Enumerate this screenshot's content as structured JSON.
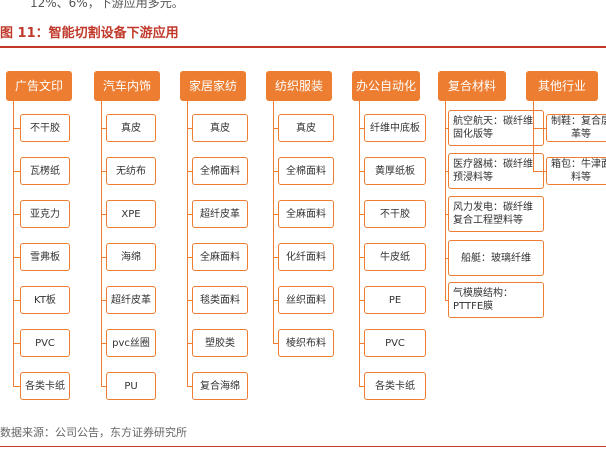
{
  "page": {
    "top_fragment": "12%、6%，下游应用多元。",
    "figure_title": "图 11：智能切割设备下游应用",
    "source": "数据来源：公司公告，东方证券研究所"
  },
  "colors": {
    "accent": "#ed7d31",
    "title_red": "#c0392b"
  },
  "categories": [
    {
      "name": "广告文印",
      "items": [
        "不干胶",
        "瓦楞纸",
        "亚克力",
        "雪弗板",
        "KT板",
        "PVC",
        "各类卡纸"
      ]
    },
    {
      "name": "汽车内饰",
      "items": [
        "真皮",
        "无纺布",
        "XPE",
        "海绵",
        "超纤皮革",
        "pvc丝圈",
        "PU"
      ]
    },
    {
      "name": "家居家纺",
      "items": [
        "真皮",
        "全棉面料",
        "超纤皮革",
        "全麻面料",
        "毯类面料",
        "塑胶类",
        "复合海绵"
      ]
    },
    {
      "name": "纺织服装",
      "items": [
        "真皮",
        "全棉面料",
        "全麻面料",
        "化纤面料",
        "丝织面料",
        "棱织布料"
      ]
    },
    {
      "name": "办公自动化",
      "items": [
        "纤维中底板",
        "黄厚纸板",
        "不干胶",
        "牛皮纸",
        "PE",
        "PVC",
        "各类卡纸"
      ]
    },
    {
      "name": "复合材料",
      "items": [
        "航空航天：碳纤维固化版等",
        "医疗器械：碳纤维预浸料等",
        "风力发电：碳纤维复合工程塑料等",
        "船艇：玻璃纤维",
        "气模膜结构：PTTFE膜"
      ]
    },
    {
      "name": "其他行业",
      "items": [
        "制鞋：复合层革等",
        "箱包：牛津面料等"
      ]
    }
  ]
}
